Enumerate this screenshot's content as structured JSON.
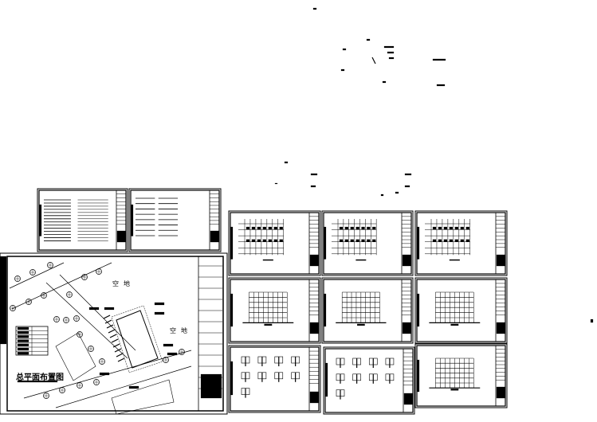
{
  "site_plan": {
    "title": "总平面布置图",
    "open_space_label_1": "空地",
    "open_space_label_2": "空地"
  },
  "colors": {
    "line": "#000000",
    "background": "#ffffff"
  }
}
